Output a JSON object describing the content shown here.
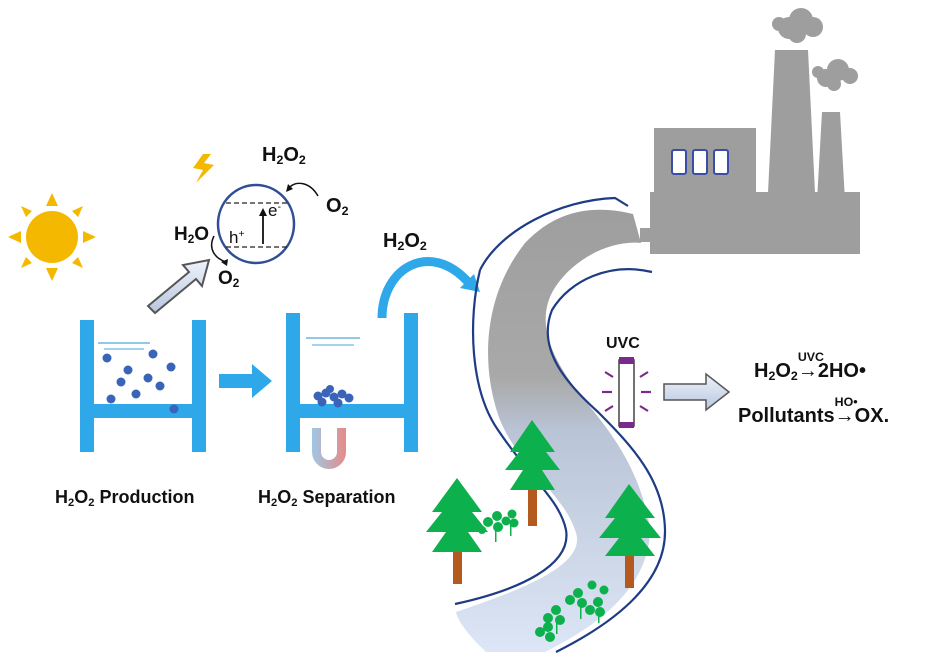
{
  "labels": {
    "h2o2_top": {
      "main": "H",
      "sub1": "2",
      "mid": "O",
      "sub2": "2"
    },
    "o2_right": {
      "main": "O",
      "sub": "2"
    },
    "h2o_left": {
      "main": "H",
      "sub": "2",
      "tail": "O"
    },
    "o2_bottom": {
      "main": "O",
      "sub": "2"
    },
    "hole": {
      "main": "h",
      "sup": "+"
    },
    "electron": {
      "main": "e",
      "sup": "-"
    },
    "h2o2_arrow": {
      "main": "H",
      "sub1": "2",
      "mid": "O",
      "sub2": "2"
    },
    "production": {
      "main": "H",
      "sub1": "2",
      "mid": "O",
      "sub2": "2",
      "tail": " Production"
    },
    "separation": {
      "main": "H",
      "sub1": "2",
      "mid": "O",
      "sub2": "2",
      "tail": " Separation"
    },
    "uvc": "UVC",
    "reaction1": {
      "a": "H",
      "b": "2",
      "c": "O",
      "d": "2",
      "over": "UVC",
      "arrow": "→",
      "product": "2HO•"
    },
    "reaction2": {
      "a": "Pollutants",
      "over": "HO•",
      "arrow": "→",
      "product": "OX."
    }
  },
  "colors": {
    "sun": "#F5B800",
    "tank": "#2EA8E8",
    "particle": "#3A64B8",
    "factory": "#9E9E9E",
    "river": "#A6A6A6",
    "water": "#C9D8F0",
    "tree": "#0CB04C",
    "trunk": "#B55A1E",
    "lamp": "#7A2A8C",
    "bolt": "#F5B800",
    "arrow_blue": "#2EA8E8"
  }
}
